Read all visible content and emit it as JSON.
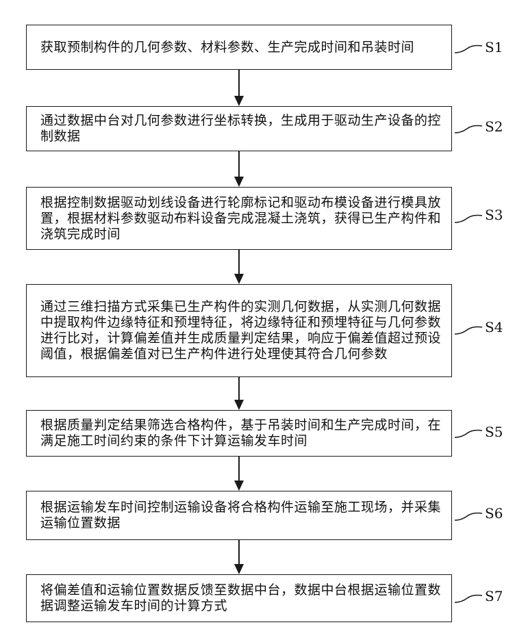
{
  "steps": [
    {
      "id": "S1",
      "text": "获取预制构件的几何参数、材料参数、生产完成时间和吊装时间"
    },
    {
      "id": "S2",
      "text": "通过数据中台对几何参数进行坐标转换，生成用于驱动生产设备的控制数据"
    },
    {
      "id": "S3",
      "text": "根据控制数据驱动划线设备进行轮廓标记和驱动布模设备进行模具放置，根据材料参数驱动布料设备完成混凝土浇筑，获得已生产构件和浇筑完成时间"
    },
    {
      "id": "S4",
      "text": "通过三维扫描方式采集已生产构件的实测几何数据，从实测几何数据中提取构件边缘特征和预埋特征，将边缘特征和预埋特征与几何参数进行比对，计算偏差值并生成质量判定结果，响应于偏差值超过预设阈值，根据偏差值对已生产构件进行处理使其符合几何参数"
    },
    {
      "id": "S5",
      "text": "根据质量判定结果筛选合格构件，基于吊装时间和生产完成时间，在满足施工时间约束的条件下计算运输发车时间"
    },
    {
      "id": "S6",
      "text": "根据运输发车时间控制运输设备将合格构件运输至施工现场，并采集运输位置数据"
    },
    {
      "id": "S7",
      "text": "将偏差值和运输位置数据反馈至数据中台，数据中台根据运输位置数据调整运输发车时间的计算方式"
    }
  ]
}
